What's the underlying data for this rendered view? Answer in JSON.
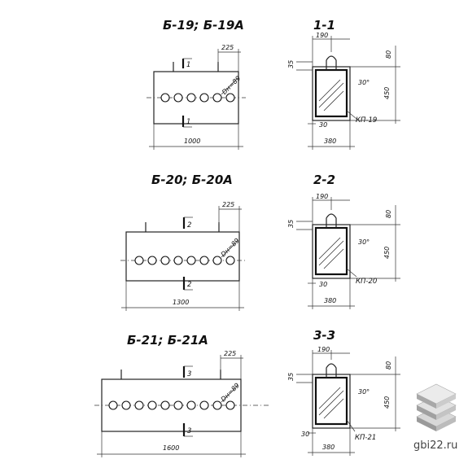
{
  "elevations": [
    {
      "title": "Б-19; Б-19А",
      "length_label": "1000",
      "offset_label": "225",
      "pipe_label": "Dн=89",
      "section_mark": "1",
      "hole_count": 6
    },
    {
      "title": "Б-20; Б-20А",
      "length_label": "1300",
      "offset_label": "225",
      "pipe_label": "Dн=89",
      "section_mark": "2",
      "hole_count": 8
    },
    {
      "title": "Б-21; Б-21А",
      "length_label": "1600",
      "offset_label": "225",
      "pipe_label": "Dн=89",
      "section_mark": "3",
      "hole_count": 10
    }
  ],
  "sections": [
    {
      "title": "1-1",
      "top_label": "190",
      "side_label": "35",
      "corner_label": "80",
      "height_label": "450",
      "angle_label": "30°",
      "cover_label": "30",
      "width_label": "380",
      "frame_label": "КП-19"
    },
    {
      "title": "2-2",
      "top_label": "190",
      "side_label": "35",
      "corner_label": "80",
      "height_label": "450",
      "angle_label": "30°",
      "cover_label": "30",
      "width_label": "380",
      "frame_label": "КП-20"
    },
    {
      "title": "3-3",
      "top_label": "190",
      "side_label": "35",
      "corner_label": "80",
      "height_label": "450",
      "angle_label": "30°",
      "cover_label": "30",
      "width_label": "380",
      "frame_label": "КП-21"
    }
  ],
  "watermark": {
    "text": "gbi22.ru",
    "icon": "stacked-slabs-icon"
  }
}
